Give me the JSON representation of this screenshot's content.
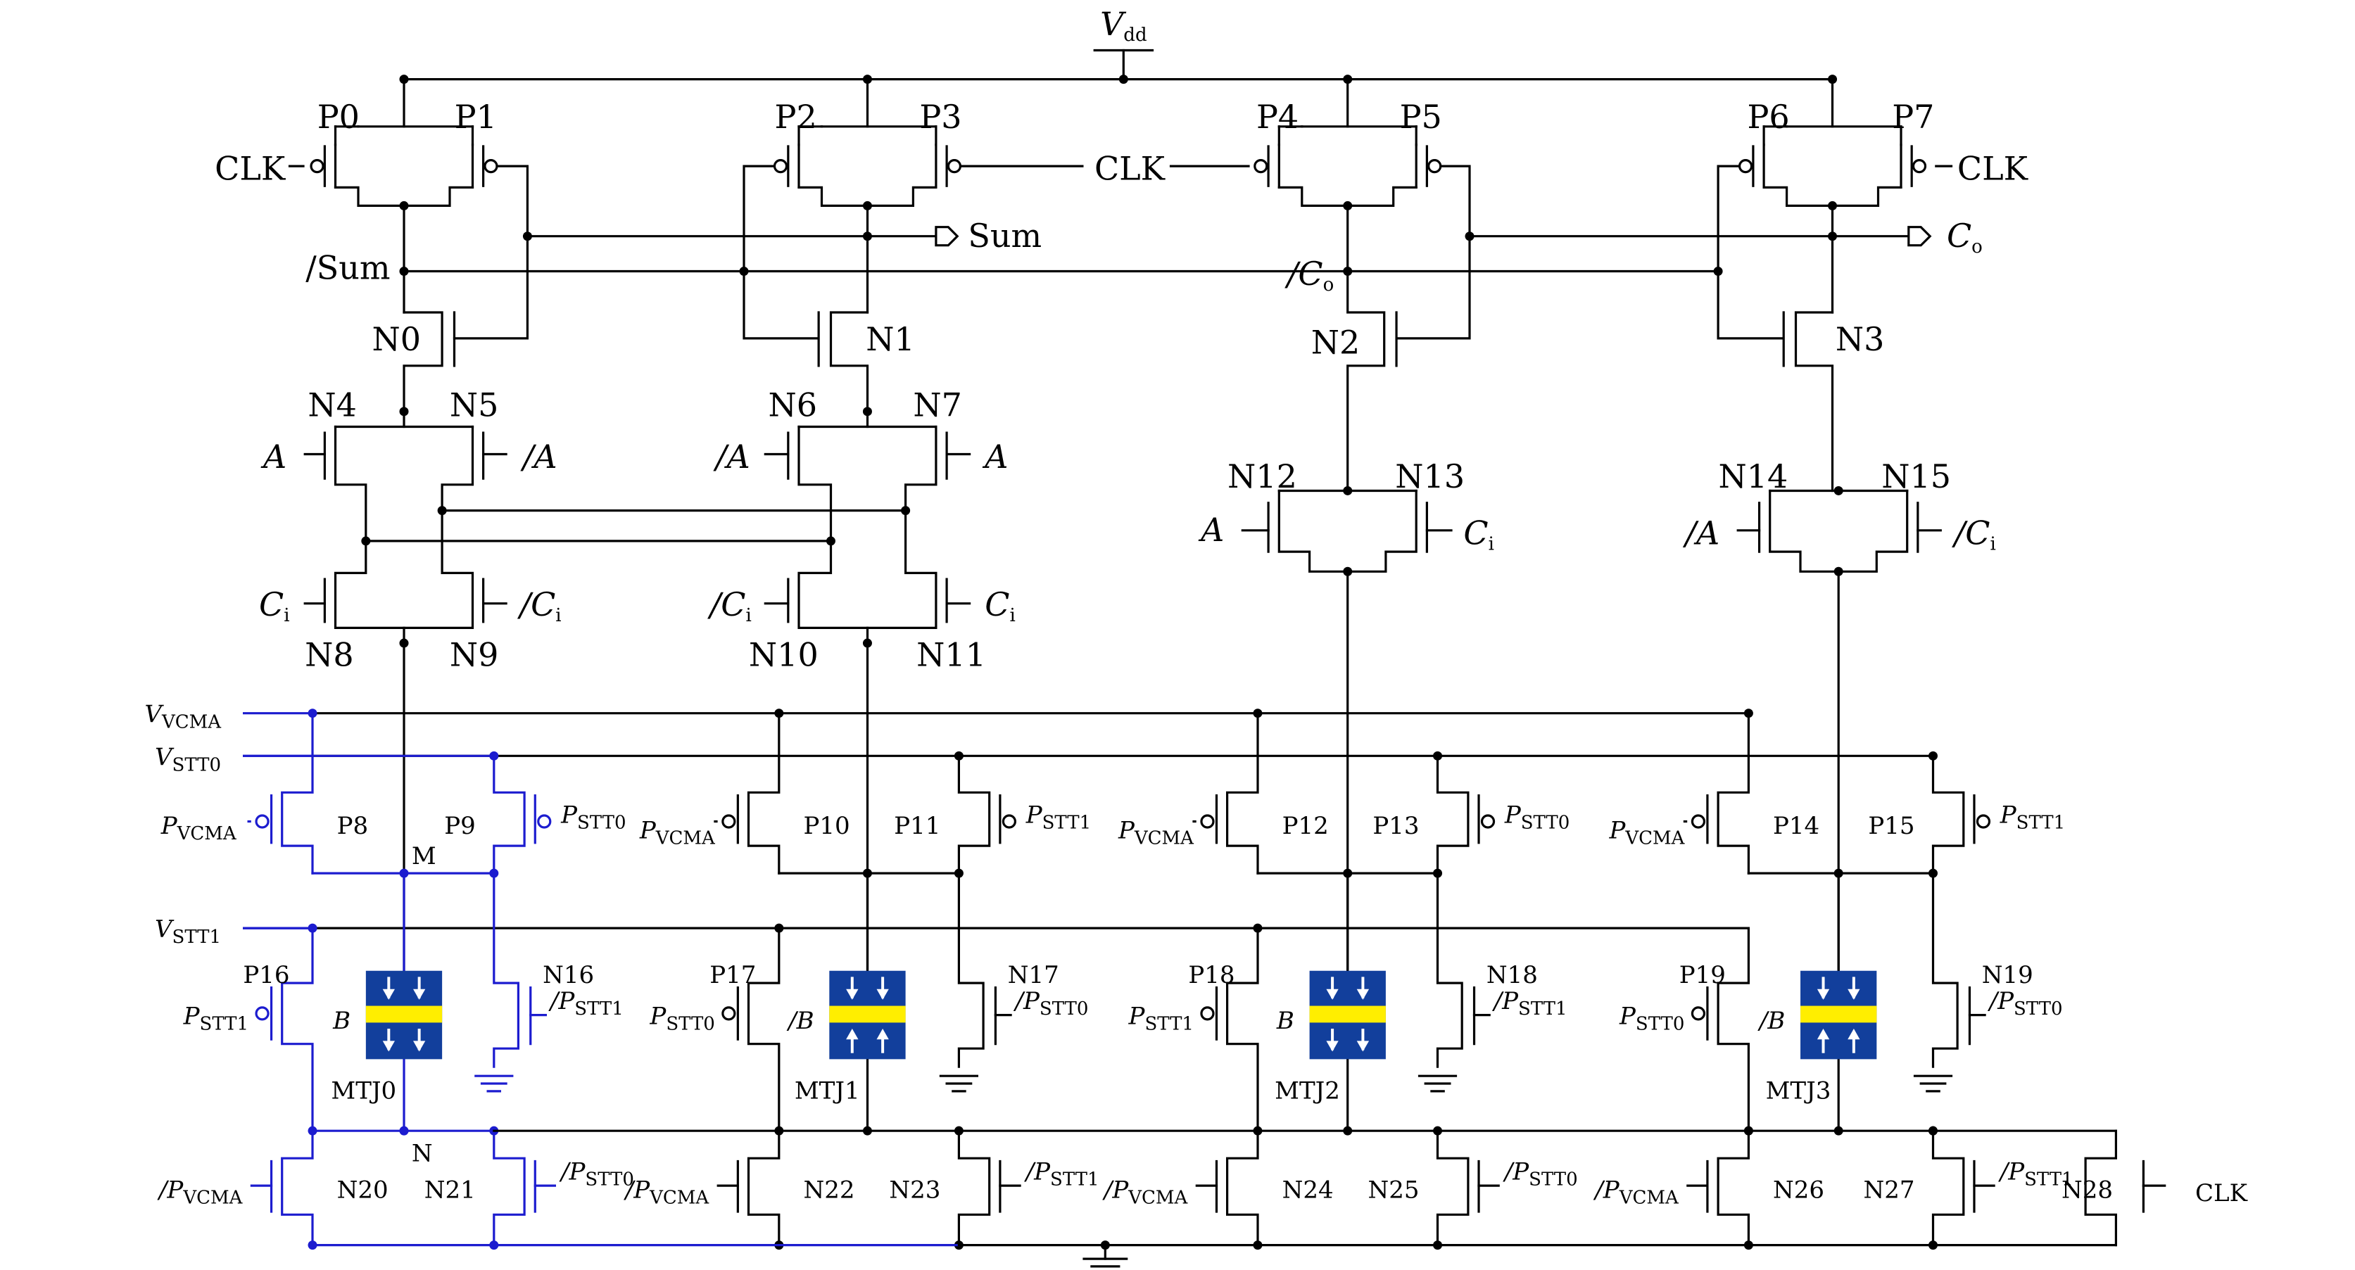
{
  "supply": {
    "vdd": "V",
    "vdd_sub": "dd"
  },
  "clk": "CLK",
  "outputs": {
    "sum": "Sum",
    "sum_n": "/Sum",
    "co": "C",
    "co_sub": "o",
    "co_n": "/C"
  },
  "inputs": {
    "a": "A",
    "a_n": "/A",
    "ci": "C",
    "ci_sub": "i",
    "ci_n": "/C",
    "b": "B",
    "b_n": "/B"
  },
  "rails": [
    {
      "sym": "V",
      "sub": "VCMA"
    },
    {
      "sym": "V",
      "sub": "STT0"
    },
    {
      "sym": "V",
      "sub": "STT1"
    }
  ],
  "nodes": {
    "m": "M",
    "n": "N"
  },
  "ctrl": {
    "p": "P",
    "vcma": "VCMA",
    "stt0": "STT0",
    "stt1": "STT1",
    "vcma_n": "/P",
    "stt0_n": "/P",
    "stt1_n": "/P"
  },
  "pmos_top": [
    "P0",
    "P1",
    "P2",
    "P3",
    "P4",
    "P5",
    "P6",
    "P7"
  ],
  "nmos_eval": [
    "N0",
    "N1",
    "N2",
    "N3"
  ],
  "nmos_logic": [
    "N4",
    "N5",
    "N6",
    "N7",
    "N8",
    "N9",
    "N10",
    "N11",
    "N12",
    "N13",
    "N14",
    "N15"
  ],
  "pmos_write": [
    "P8",
    "P9",
    "P10",
    "P11",
    "P12",
    "P13",
    "P14",
    "P15",
    "P16",
    "P17",
    "P18",
    "P19"
  ],
  "nmos_write": [
    "N16",
    "N17",
    "N18",
    "N19",
    "N20",
    "N21",
    "N22",
    "N23",
    "N24",
    "N25",
    "N26",
    "N27",
    "N28"
  ],
  "mtj": [
    {
      "name": "MTJ0",
      "input": "B",
      "state": "parallel"
    },
    {
      "name": "MTJ1",
      "input": "/B",
      "state": "antiparallel"
    },
    {
      "name": "MTJ2",
      "input": "B",
      "state": "parallel"
    },
    {
      "name": "MTJ3",
      "input": "/B",
      "state": "antiparallel"
    }
  ],
  "colors": {
    "wire": "#000000",
    "write_path": "#1c1ccf",
    "mtj_body": "#123f9c",
    "mtj_barrier": "#ffee00",
    "arrow": "#ffffff"
  }
}
